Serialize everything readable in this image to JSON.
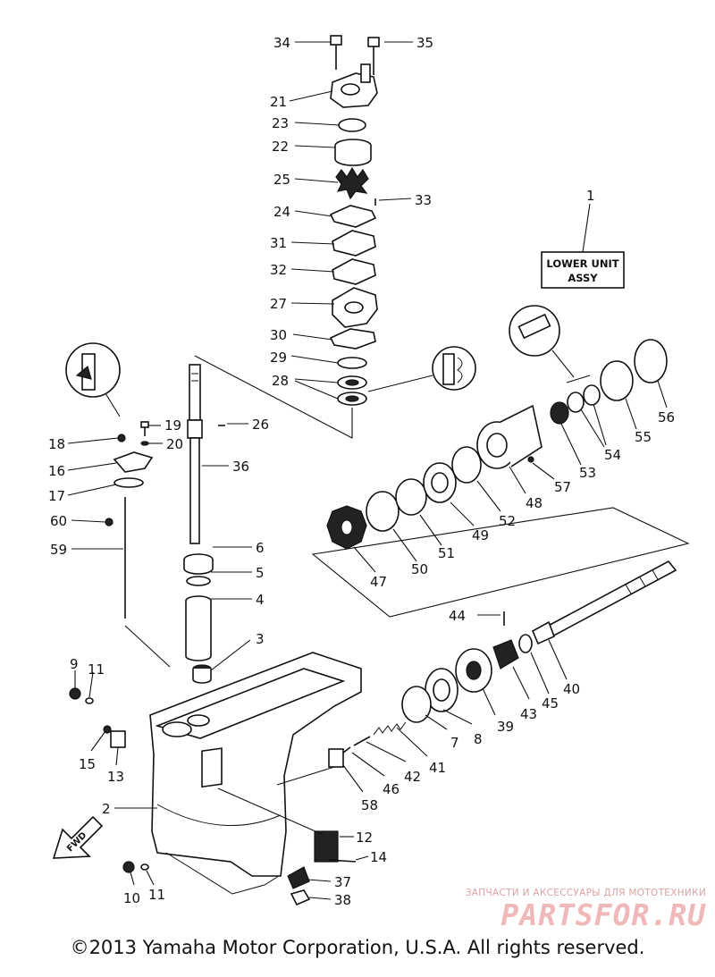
{
  "assembly": {
    "line1": "LOWER UNIT",
    "line2": "ASSY"
  },
  "fwd_label": "FWD",
  "watermark": {
    "tagline": "ЗАПЧАСТИ И АКСЕССУАРЫ ДЛЯ МОТОТЕХНИКИ",
    "brand": "PARTSFOR.RU"
  },
  "copyright": "©2013 Yamaha Motor Corporation, U.S.A. All rights reserved.",
  "callouts": [
    {
      "num": "34"
    },
    {
      "num": "35"
    },
    {
      "num": "21"
    },
    {
      "num": "23"
    },
    {
      "num": "22"
    },
    {
      "num": "25"
    },
    {
      "num": "33"
    },
    {
      "num": "24"
    },
    {
      "num": "31"
    },
    {
      "num": "32"
    },
    {
      "num": "27"
    },
    {
      "num": "30"
    },
    {
      "num": "29"
    },
    {
      "num": "28"
    },
    {
      "num": "1"
    },
    {
      "num": "26"
    },
    {
      "num": "19"
    },
    {
      "num": "18"
    },
    {
      "num": "20"
    },
    {
      "num": "16"
    },
    {
      "num": "36"
    },
    {
      "num": "17"
    },
    {
      "num": "60"
    },
    {
      "num": "59"
    },
    {
      "num": "6"
    },
    {
      "num": "5"
    },
    {
      "num": "4"
    },
    {
      "num": "3"
    },
    {
      "num": "9"
    },
    {
      "num": "11"
    },
    {
      "num": "15"
    },
    {
      "num": "13"
    },
    {
      "num": "2"
    },
    {
      "num": "10"
    },
    {
      "num": "11"
    },
    {
      "num": "12"
    },
    {
      "num": "14"
    },
    {
      "num": "37"
    },
    {
      "num": "38"
    },
    {
      "num": "58"
    },
    {
      "num": "46"
    },
    {
      "num": "42"
    },
    {
      "num": "41"
    },
    {
      "num": "7"
    },
    {
      "num": "8"
    },
    {
      "num": "39"
    },
    {
      "num": "43"
    },
    {
      "num": "45"
    },
    {
      "num": "40"
    },
    {
      "num": "44"
    },
    {
      "num": "47"
    },
    {
      "num": "50"
    },
    {
      "num": "51"
    },
    {
      "num": "49"
    },
    {
      "num": "52"
    },
    {
      "num": "48"
    },
    {
      "num": "57"
    },
    {
      "num": "53"
    },
    {
      "num": "54"
    },
    {
      "num": "55"
    },
    {
      "num": "56"
    }
  ]
}
